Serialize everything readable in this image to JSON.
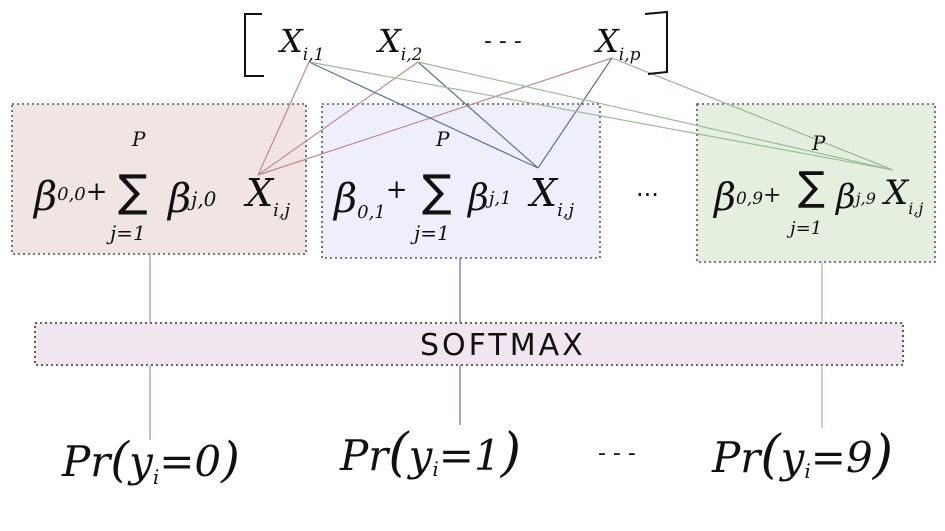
{
  "colors": {
    "box_red_fill": "#f1e4e4",
    "box_blue_fill": "#efeffb",
    "box_green_fill": "#e4efe0",
    "softmax_fill": "#f1e6f0",
    "line_red": "#c08a8f",
    "line_blue": "#5a7291",
    "line_green": "#9cb995"
  },
  "input_vector": {
    "items": [
      {
        "base": "X",
        "sub": "i,1"
      },
      {
        "base": "X",
        "sub": "i,2"
      },
      {
        "base": "X",
        "sub": "i,p"
      }
    ],
    "ellipsis": "- - -"
  },
  "boxes": [
    {
      "sum_top": "P",
      "sum_sign": "∑",
      "sum_bottom": "j=1",
      "beta_intercept": "β",
      "intercept_sub": "0,0",
      "plus": "+",
      "beta_coef": "β",
      "coef_sub": "j,0",
      "x": "X",
      "x_sub": "i,j"
    },
    {
      "sum_top": "P",
      "sum_sign": "∑",
      "sum_bottom": "j=1",
      "beta_intercept": "β",
      "intercept_sub": "0,1",
      "plus": "+",
      "beta_coef": "β",
      "coef_sub": "j,1",
      "x": "X",
      "x_sub": "i,j"
    },
    {
      "sum_top": "P",
      "sum_sign": "∑",
      "sum_bottom": "j=1",
      "beta_intercept": "β",
      "intercept_sub": "0,9",
      "plus": "+",
      "beta_coef": "β",
      "coef_sub": "j,9",
      "x": "X",
      "x_sub": "i,j"
    }
  ],
  "middle_ellipsis": "...",
  "softmax_label": "SOFTMAX",
  "outputs": [
    {
      "pr": "Pr",
      "open": "(",
      "y": "y",
      "y_sub": "i",
      "eq": "=",
      "val": "0",
      "close": ")"
    },
    {
      "pr": "Pr",
      "open": "(",
      "y": "y",
      "y_sub": "i",
      "eq": "=",
      "val": "1",
      "close": ")"
    },
    {
      "pr": "Pr",
      "open": "(",
      "y": "y",
      "y_sub": "i",
      "eq": "=",
      "val": "9",
      "close": ")"
    }
  ],
  "output_ellipsis": "- - -"
}
